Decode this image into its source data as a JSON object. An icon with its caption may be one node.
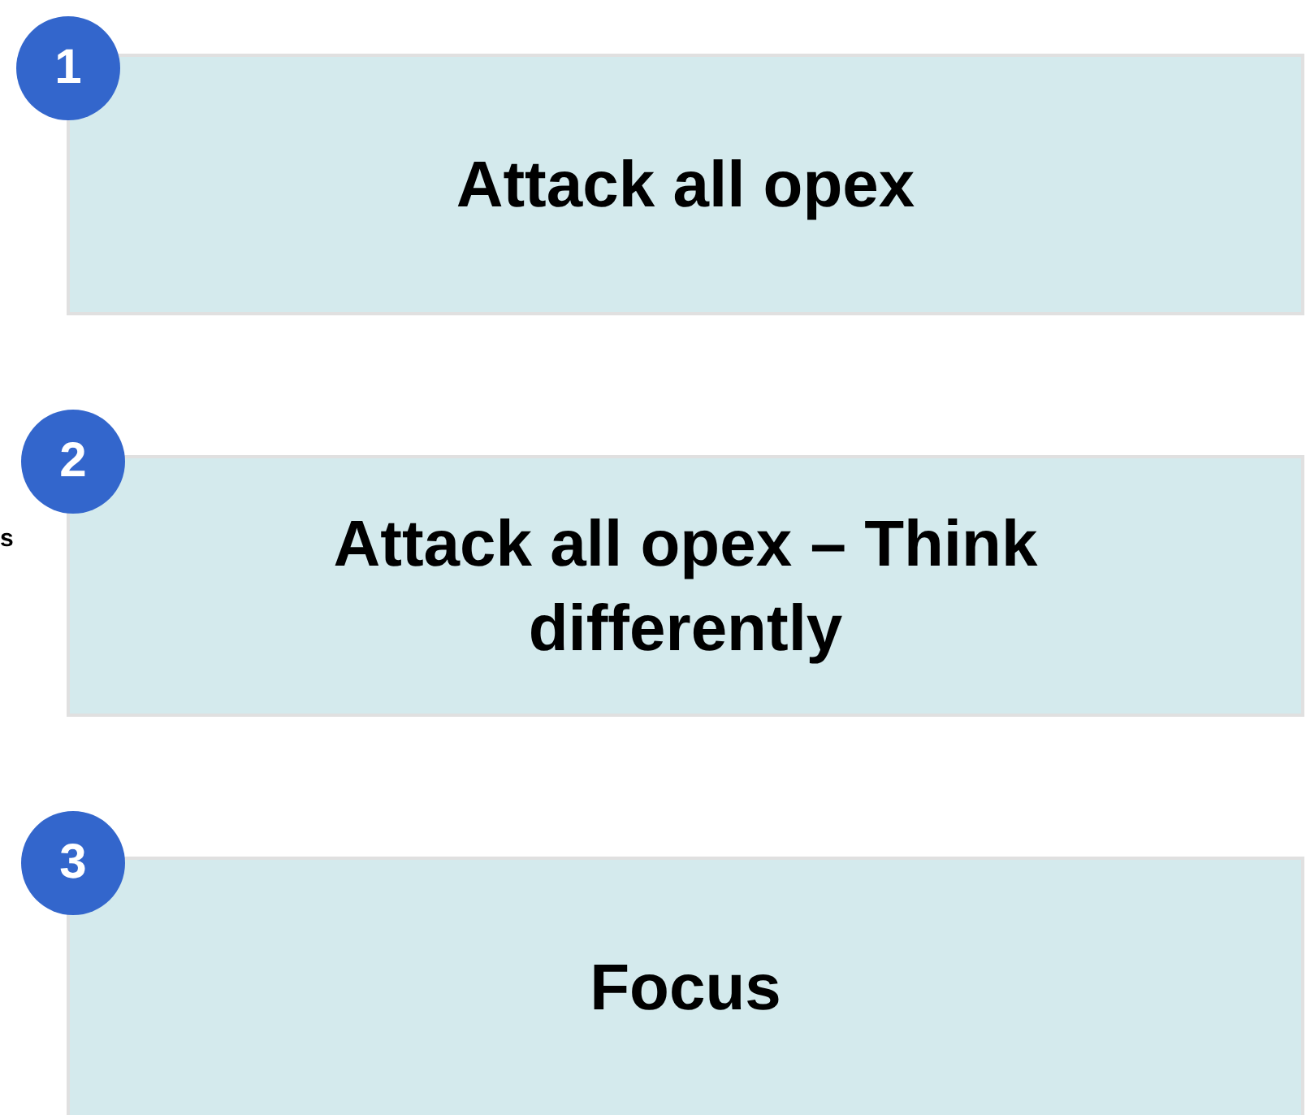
{
  "diagram": {
    "nodes": [
      {
        "text": [
          "1"
        ]
      },
      {
        "text": [
          "Attack all opex"
        ]
      },
      {
        "text": [
          "2"
        ]
      },
      {
        "text": [
          "Attack all opex – Think differently"
        ]
      },
      {
        "text": [
          "3"
        ]
      },
      {
        "text": [
          "Focus"
        ]
      }
    ],
    "labels": [
      "s"
    ]
  }
}
